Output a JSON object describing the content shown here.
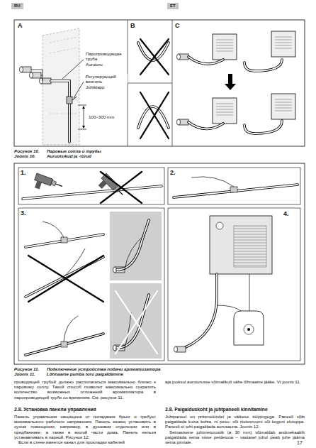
{
  "diagram": {
    "labels": [
      "RU",
      "ET",
      "A",
      "B",
      "C",
      "Паропроводящая труба",
      "Aurutoru",
      "Регулирующий вентиль",
      "Juhtklapp",
      "100–300 mm",
      "Рисунок 10.",
      "Паровые сопла и трубы",
      "Joonis 10.",
      "Auruotsikud ja -torud",
      "1.",
      "2.",
      "3.",
      "4.",
      "Рисунок 11.",
      "Подключение устройства подачи ароматизатора",
      "Joonis 11.",
      "Lõhnaaine pumba toru paigaldamine",
      "проводящей трубой должно располагаться максимально близко к паровому соплу. Такой способ позволит максимально сократить количество возможных отложений ароматизатора в паропроводящей трубе со временем. См. рисунок 11.",
      "2.8. Установка панели управления",
      "Панель управления защищена от попадания брызг и требует минимального рабочего напряжения. Панель можно установить в сухом помещении, например, в душевом отделении или в предбаннике, а также в жилой части дома. Панель нельзя устанавливать в парной. Рисунок 12.",
      "Если в стене имеется канал для прокладки кабелей",
      "aja jooksul aurutorusse võimalikult vähe lõhnaaine jääke. Vt joonis 11.",
      "2.8. Paigalduskoht ja juhtpaneeli kinnitamine",
      "Juhtpaneel on pritsmekindel ja väikese tööpingega. Paneeli võib paigaldada kuiva kohta, nt pesu- või riietusruumi või koguni elutuppa. Paneeli ei tohi paigaldada aurusauna. Joonis 12.",
      "Seinasisene juhtmetorustik (ø 30 mm) võimaldab andmekaablit paigaldada seina sisse peidetuna – vastasel juhul peab juhe jääma seina pinnale.",
      "17"
    ]
  }
}
